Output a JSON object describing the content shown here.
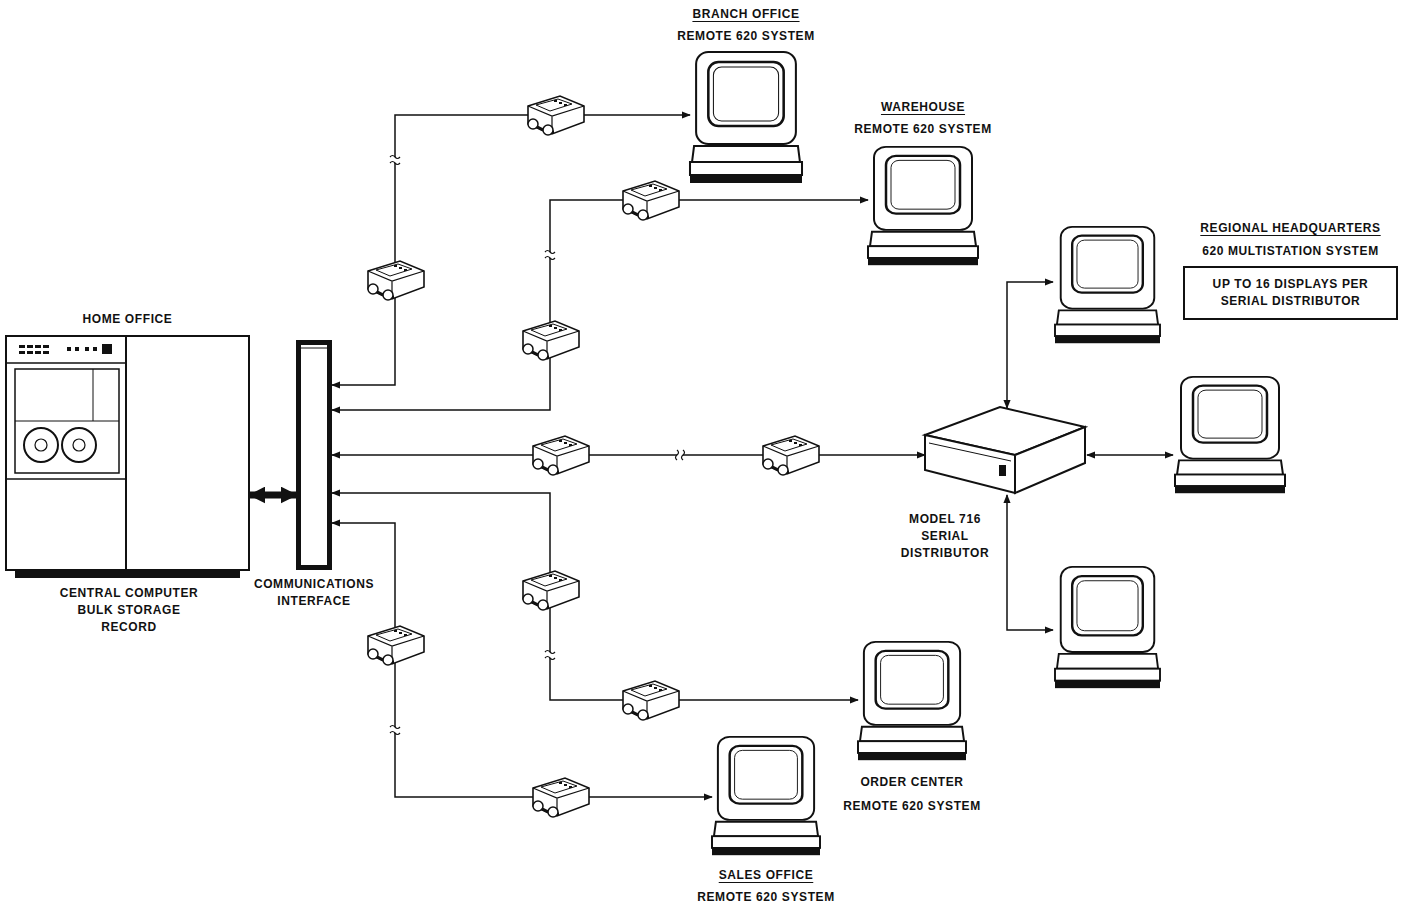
{
  "diagram": {
    "nodes": [
      {
        "text": [
          "HOME OFFICE",
          "CENTRAL COMPUTER BULK STORAGE RECORD"
        ]
      },
      {
        "text": [
          "COMMUNICATIONS INTERFACE"
        ]
      },
      {
        "text": [
          "BRANCH OFFICE",
          "REMOTE 620 SYSTEM"
        ]
      },
      {
        "text": [
          "WAREHOUSE",
          "REMOTE 620 SYSTEM"
        ]
      },
      {
        "text": [
          "MODEL 716 SERIAL DISTRIBUTOR"
        ]
      },
      {
        "text": [
          "REGIONAL HEADQUARTERS",
          "620 MULTISTATION SYSTEM",
          "UP TO 16 DISPLAYS PER SERIAL DISTRIBUTOR"
        ]
      },
      {
        "text": [
          "ORDER CENTER",
          "REMOTE 620 SYSTEM"
        ]
      },
      {
        "text": [
          "SALES OFFICE",
          "REMOTE 620 SYSTEM"
        ]
      }
    ],
    "edges": [
      {
        "from": 0,
        "to": 1,
        "arrow": "both"
      },
      {
        "from": 1,
        "to": 2,
        "arrow": "both"
      },
      {
        "from": 1,
        "to": 3,
        "arrow": "both"
      },
      {
        "from": 1,
        "to": 4,
        "arrow": "both"
      },
      {
        "from": 1,
        "to": 6,
        "arrow": "both"
      },
      {
        "from": 1,
        "to": 7,
        "arrow": "both"
      }
    ]
  }
}
